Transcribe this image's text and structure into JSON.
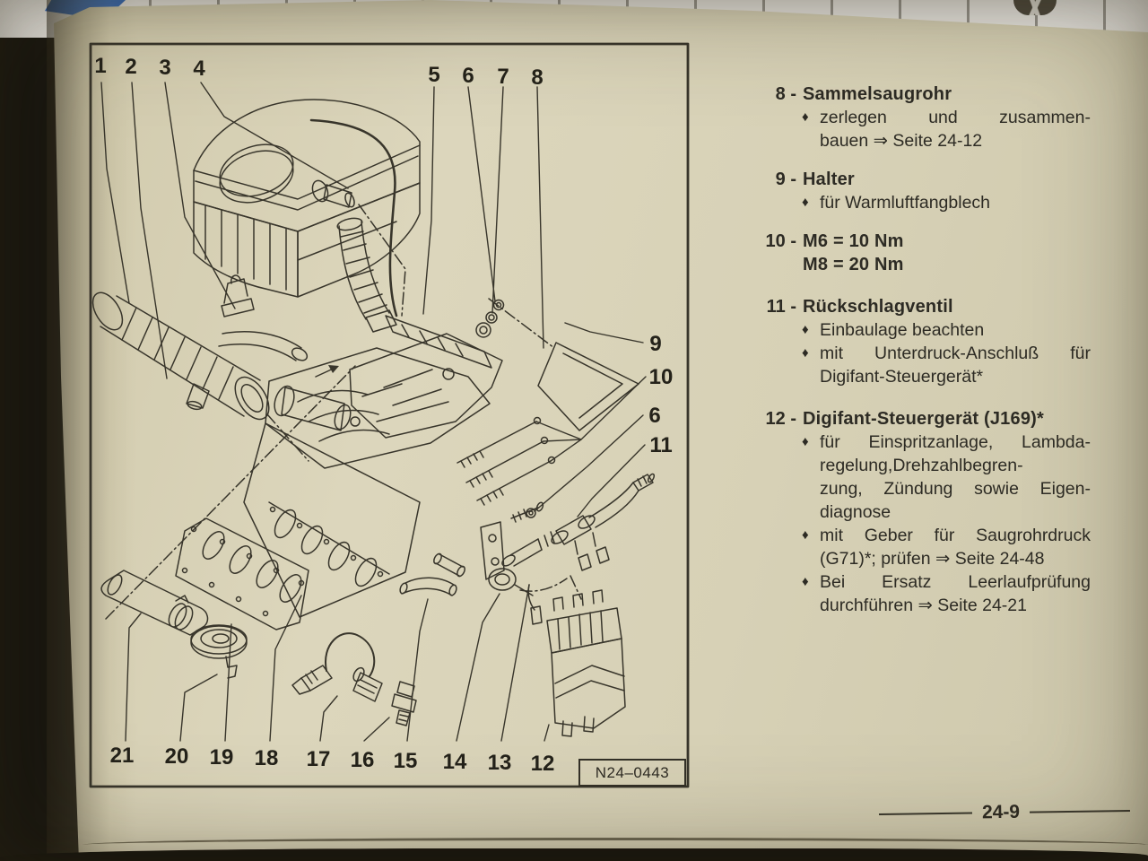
{
  "page": {
    "number": "24-9"
  },
  "diagram": {
    "figure_label": "N24–0443",
    "callouts_top": [
      "1",
      "2",
      "3",
      "4",
      "5",
      "6",
      "7",
      "8"
    ],
    "callouts_right": [
      "9",
      "10",
      "6",
      "11"
    ],
    "callouts_bottom": [
      "21",
      "20",
      "19",
      "18",
      "17",
      "16",
      "15",
      "14",
      "13",
      "12"
    ]
  },
  "legend": {
    "bullet_char": "♦",
    "sections": [
      {
        "num": "8 -",
        "title": "Sammelsaugrohr",
        "bullets": [
          {
            "lines": [
              "zerlegen und zusammen-",
              "bauen ⇒ Seite 24-12"
            ]
          }
        ]
      },
      {
        "num": "9 -",
        "title": "Halter",
        "bullets": [
          {
            "lines": [
              "für Warmluftfangblech"
            ]
          }
        ]
      },
      {
        "num": "10 -",
        "title": "M6 = 10 Nm",
        "title2": "M8 = 20 Nm",
        "bullets": []
      },
      {
        "num": "11 -",
        "title": "Rückschlagventil",
        "bullets": [
          {
            "lines": [
              "Einbaulage beachten"
            ]
          },
          {
            "lines": [
              "mit Unterdruck-Anschluß für",
              "Digifant-Steuergerät*"
            ]
          }
        ]
      },
      {
        "num": "12 -",
        "title": "Digifant-Steuergerät (J169)*",
        "bullets": [
          {
            "lines": [
              "für Einspritzanlage, Lambda-",
              "regelung,Drehzahlbegren-",
              "zung, Zündung sowie Eigen-",
              "diagnose"
            ]
          },
          {
            "lines": [
              "mit Geber für Saugrohrdruck",
              "(G71)*; prüfen ⇒ Seite 24-48"
            ]
          },
          {
            "lines": [
              "Bei Ersatz Leerlaufprüfung",
              "durchführen ⇒ Seite 24-21"
            ]
          }
        ]
      }
    ]
  }
}
